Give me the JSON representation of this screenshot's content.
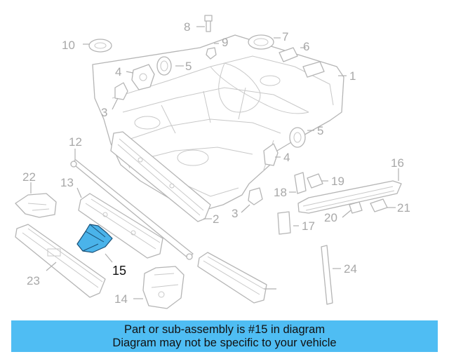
{
  "callouts": {
    "c1": "1",
    "c2": "2",
    "c3a": "3",
    "c3b": "3",
    "c4a": "4",
    "c4b": "4",
    "c5a": "5",
    "c5b": "5",
    "c6": "6",
    "c7": "7",
    "c8": "8",
    "c9": "9",
    "c10": "10",
    "c12": "12",
    "c13": "13",
    "c14": "14",
    "c15": "15",
    "c16": "16",
    "c17": "17",
    "c18": "18",
    "c19": "19",
    "c20": "20",
    "c21": "21",
    "c22": "22",
    "c23": "23",
    "c24": "24"
  },
  "highlight_color": "#4ab3ea",
  "banner": {
    "line1": "Part or sub-assembly is #15 in diagram",
    "line2": "Diagram may not be specific to your vehicle",
    "background": "#4fbdf3"
  }
}
